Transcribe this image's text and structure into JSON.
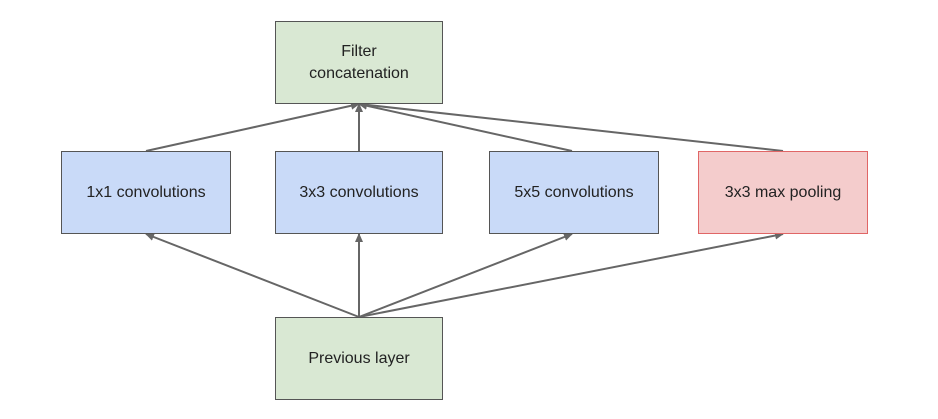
{
  "nodes": {
    "concat": {
      "label": "Filter\nconcatenation",
      "fill": "#d9e8d3",
      "stroke": "#555555"
    },
    "conv1x1": {
      "label": "1x1 convolutions",
      "fill": "#c9daf8",
      "stroke": "#555555"
    },
    "conv3x3": {
      "label": "3x3 convolutions",
      "fill": "#c9daf8",
      "stroke": "#555555"
    },
    "conv5x5": {
      "label": "5x5 convolutions",
      "fill": "#c9daf8",
      "stroke": "#555555"
    },
    "pool3x3": {
      "label": "3x3 max pooling",
      "fill": "#f4cccc",
      "stroke": "#e06666"
    },
    "previous": {
      "label": "Previous layer",
      "fill": "#d9e8d3",
      "stroke": "#555555"
    }
  },
  "edges": [
    {
      "from": "previous",
      "to": "conv1x1"
    },
    {
      "from": "previous",
      "to": "conv3x3"
    },
    {
      "from": "previous",
      "to": "conv5x5"
    },
    {
      "from": "previous",
      "to": "pool3x3"
    },
    {
      "from": "conv1x1",
      "to": "concat"
    },
    {
      "from": "conv3x3",
      "to": "concat"
    },
    {
      "from": "conv5x5",
      "to": "concat"
    },
    {
      "from": "pool3x3",
      "to": "concat"
    }
  ],
  "colors": {
    "arrow": "#666666",
    "text": "#222222"
  }
}
